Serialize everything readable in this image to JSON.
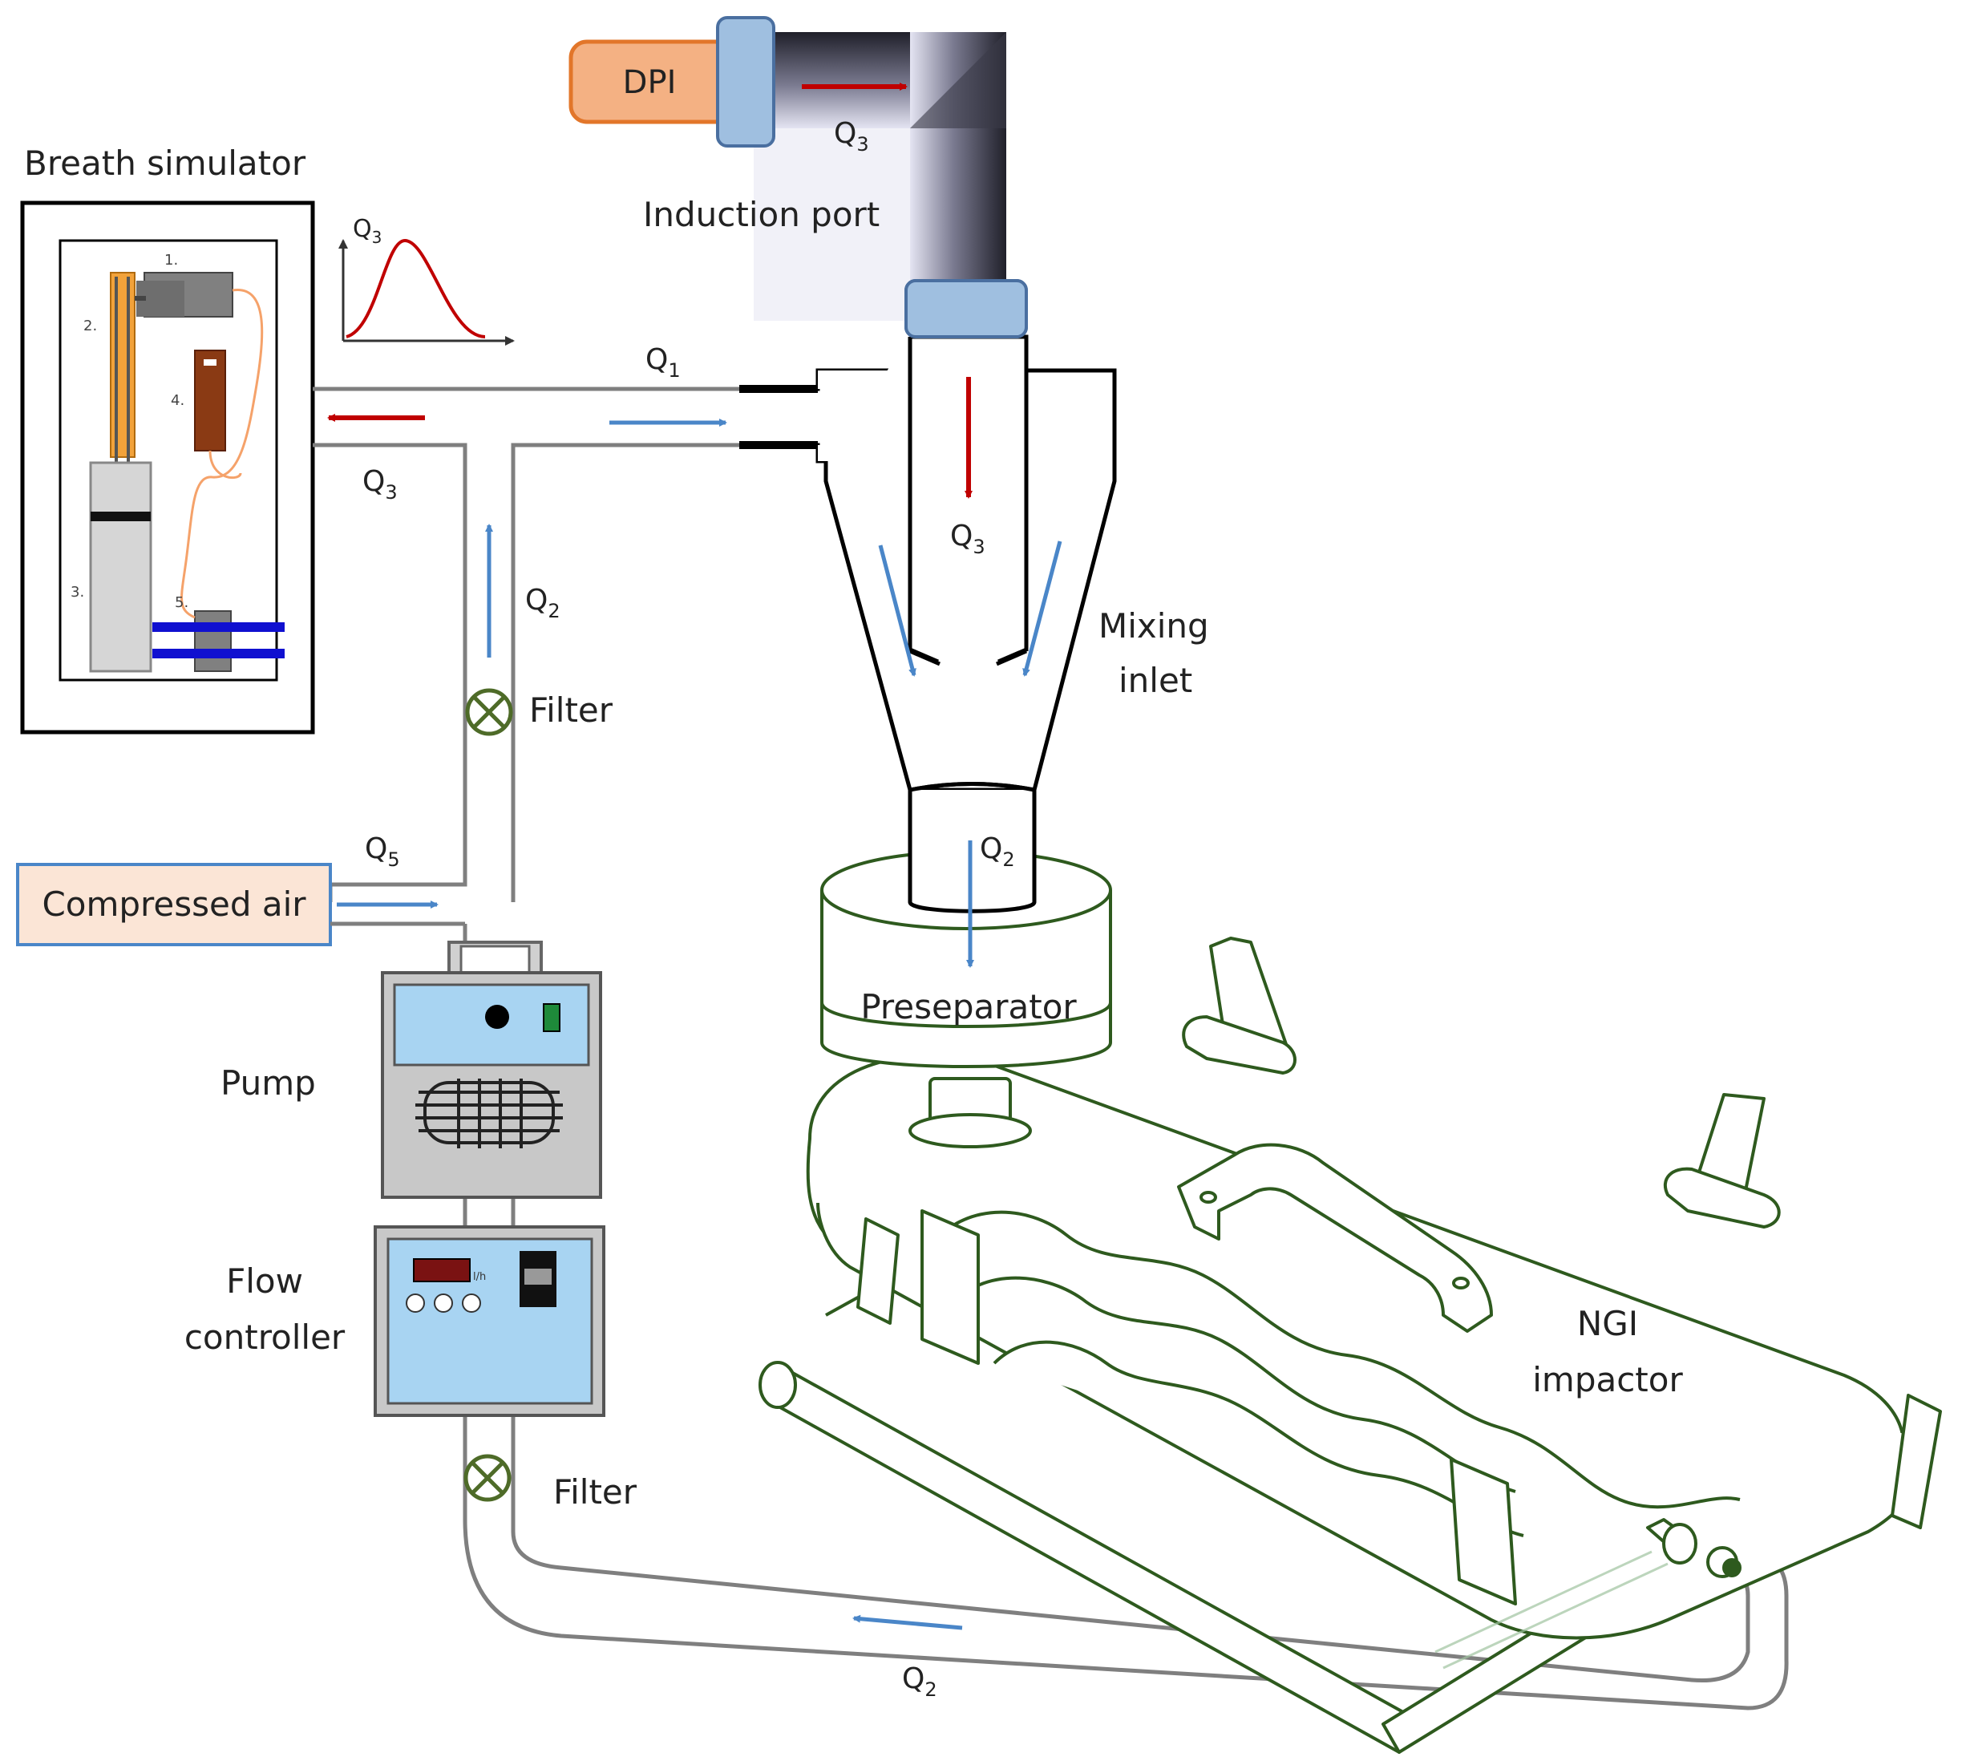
{
  "labels": {
    "dpi": "DPI",
    "induction_port": "Induction port",
    "breath_simulator": "Breath simulator",
    "mixing_inlet_line1": "Mixing",
    "mixing_inlet_line2": "inlet",
    "preseparator": "Preseparator",
    "pump": "Pump",
    "flow_controller_line1": "Flow",
    "flow_controller_line2": "controller",
    "filter": "Filter",
    "compressed_air": "Compressed air",
    "ngi_line1": "NGI",
    "ngi_line2": "impactor",
    "flowmeter_unit": "l/h"
  },
  "flows": {
    "q": "Q",
    "sub1": "1",
    "sub2": "2",
    "sub3": "3",
    "sub5": "5"
  },
  "simulator_parts": [
    "1.",
    "2.",
    "3.",
    "4.",
    "5."
  ],
  "colors": {
    "inhale_arrow": "#c00000",
    "air_arrow": "#4a86c8",
    "dpi_fill": "#f4b183",
    "dpi_border": "#e2762a",
    "compressed_air_fill": "#fbe5d6",
    "compressed_air_border": "#4a86c8",
    "device_panel": "#a8d4f2",
    "device_body": "#c8c8c8",
    "impactor_line": "#2e5a1e",
    "tube": "#7f7f7f"
  }
}
